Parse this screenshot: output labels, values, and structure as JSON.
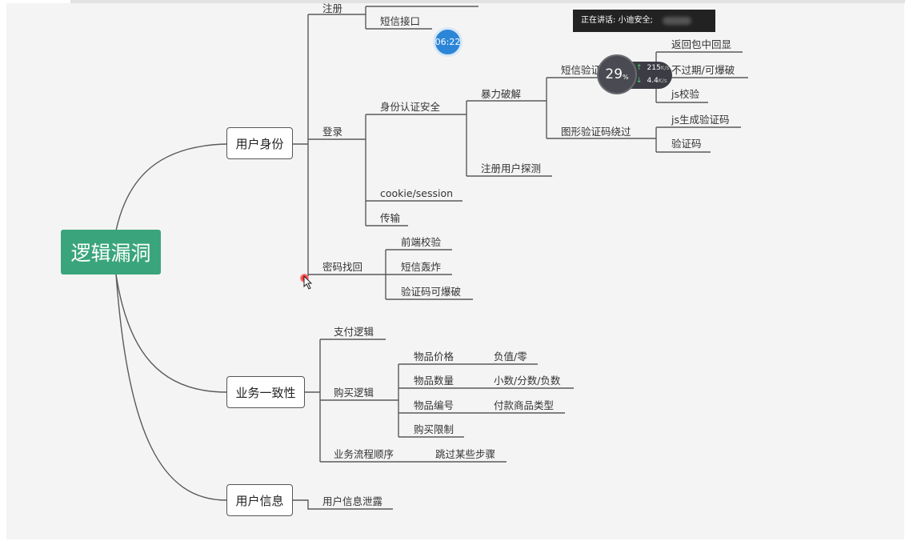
{
  "root": "逻辑漏洞",
  "topics": {
    "identity": "用户身份",
    "business": "业务一致性",
    "userinfo": "用户信息"
  },
  "identity_children": {
    "register": "注册",
    "sms_api": "短信接口",
    "login": "登录",
    "auth_security": "身份认证安全",
    "brute_force": "暴力破解",
    "sms_verify": "短信验证",
    "return_echo": "返回包中回显",
    "no_expire": "不过期/可爆破",
    "js_check": "js校验",
    "captcha_bypass": "图形验证码绕过",
    "js_gen_captcha": "js生成验证码",
    "captcha": "验证码",
    "user_probe": "注册用户探测",
    "cookie_session": "cookie/session",
    "transport": "传输",
    "password_recovery": "密码找回",
    "frontend_check": "前端校验",
    "sms_bomb": "短信轰炸",
    "captcha_brute": "验证码可爆破"
  },
  "business_children": {
    "payment_logic": "支付逻辑",
    "purchase_logic": "购买逻辑",
    "item_price": "物品价格",
    "negative_zero": "负值/零",
    "item_qty": "物品数量",
    "decimal_fraction_negative": "小数/分数/负数",
    "item_id": "物品编号",
    "payment_item_type": "付款商品类型",
    "purchase_limit": "购买限制",
    "flow_order": "业务流程顺序",
    "skip_steps": "跳过某些步骤"
  },
  "userinfo_children": {
    "info_leak": "用户信息泄露"
  },
  "overlay": {
    "speaking_label": "正在讲话: 小迪安全;",
    "timer": "06:22",
    "net_percent": "29",
    "net_percent_unit": "%",
    "upload_speed": "215",
    "upload_unit": "K/s",
    "download_speed": "4.4",
    "download_unit": "K/s"
  },
  "colors": {
    "root_bg": "#3aa57d",
    "line": "#555555",
    "canvas_bg": "#f4f4f4"
  }
}
